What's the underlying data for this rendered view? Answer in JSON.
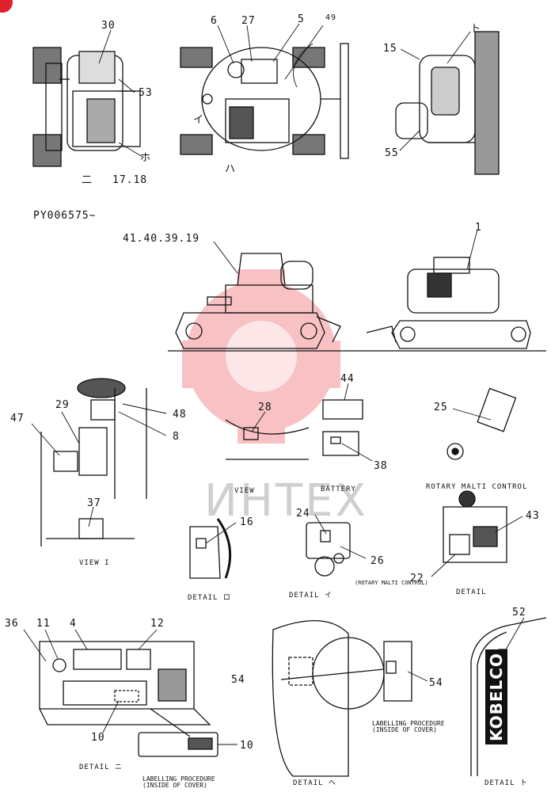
{
  "watermark": {
    "text": "ИНТЕХ",
    "color": "#e8262d"
  },
  "serial": "PY006575~",
  "callouts": {
    "c1": "30",
    "c2": "53",
    "c3": "ホ",
    "c4": "二",
    "c5": "17.18",
    "c6": "6",
    "c7": "27",
    "c8": "5",
    "c9": "49",
    "c10": "イ",
    "c11": "ハ",
    "c12": "15",
    "c13": "ト",
    "c14": "55",
    "c15": "41.40.39.19",
    "c16": "1",
    "c17": "29",
    "c18": "47",
    "c19": "48",
    "c20": "8",
    "c21": "37",
    "c22": "28",
    "c23": "44",
    "c24": "38",
    "c25": "25",
    "c26": "16",
    "c27": "24",
    "c28": "26",
    "c29": "43",
    "c30": "22",
    "c31": "36",
    "c32": "11",
    "c33": "4",
    "c34": "12",
    "c35": "10",
    "c36": "10",
    "c37": "54",
    "c38": "54",
    "c39": "52"
  },
  "captions": {
    "view1": "VIEW I",
    "view": "VIEW",
    "battery": "BATTERY",
    "rotary": "ROTARY MALTI CONTROL",
    "detail_ro": "DETAIL ロ",
    "detail_i": "DETAIL イ",
    "detail": "DETAIL",
    "rotary_small": "(ROTARY MALTI CONTROL)",
    "detail_ni": "DETAIL ニ",
    "labelling1": "LABELLING PROCEDURE\n(INSIDE OF COVER)",
    "detail_he": "DETAIL ヘ",
    "labelling2": "LABELLING PROCEDURE\n(INSIDE OF COVER)",
    "detail_to": "DETAIL ト"
  },
  "brand": {
    "kobelco": "KOBELCO"
  }
}
